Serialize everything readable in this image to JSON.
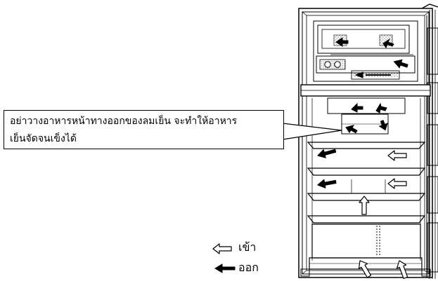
{
  "callout": {
    "line1": "อย่าวางอาหารหน้าทางออกของลมเย็น จะทำให้อาหาร",
    "line2": "เย็นจัดจนเข็งได้"
  },
  "legend": {
    "in_label": "เข้า",
    "out_label": "ออก"
  },
  "colors": {
    "line": "#000000",
    "background": "#ffffff"
  }
}
